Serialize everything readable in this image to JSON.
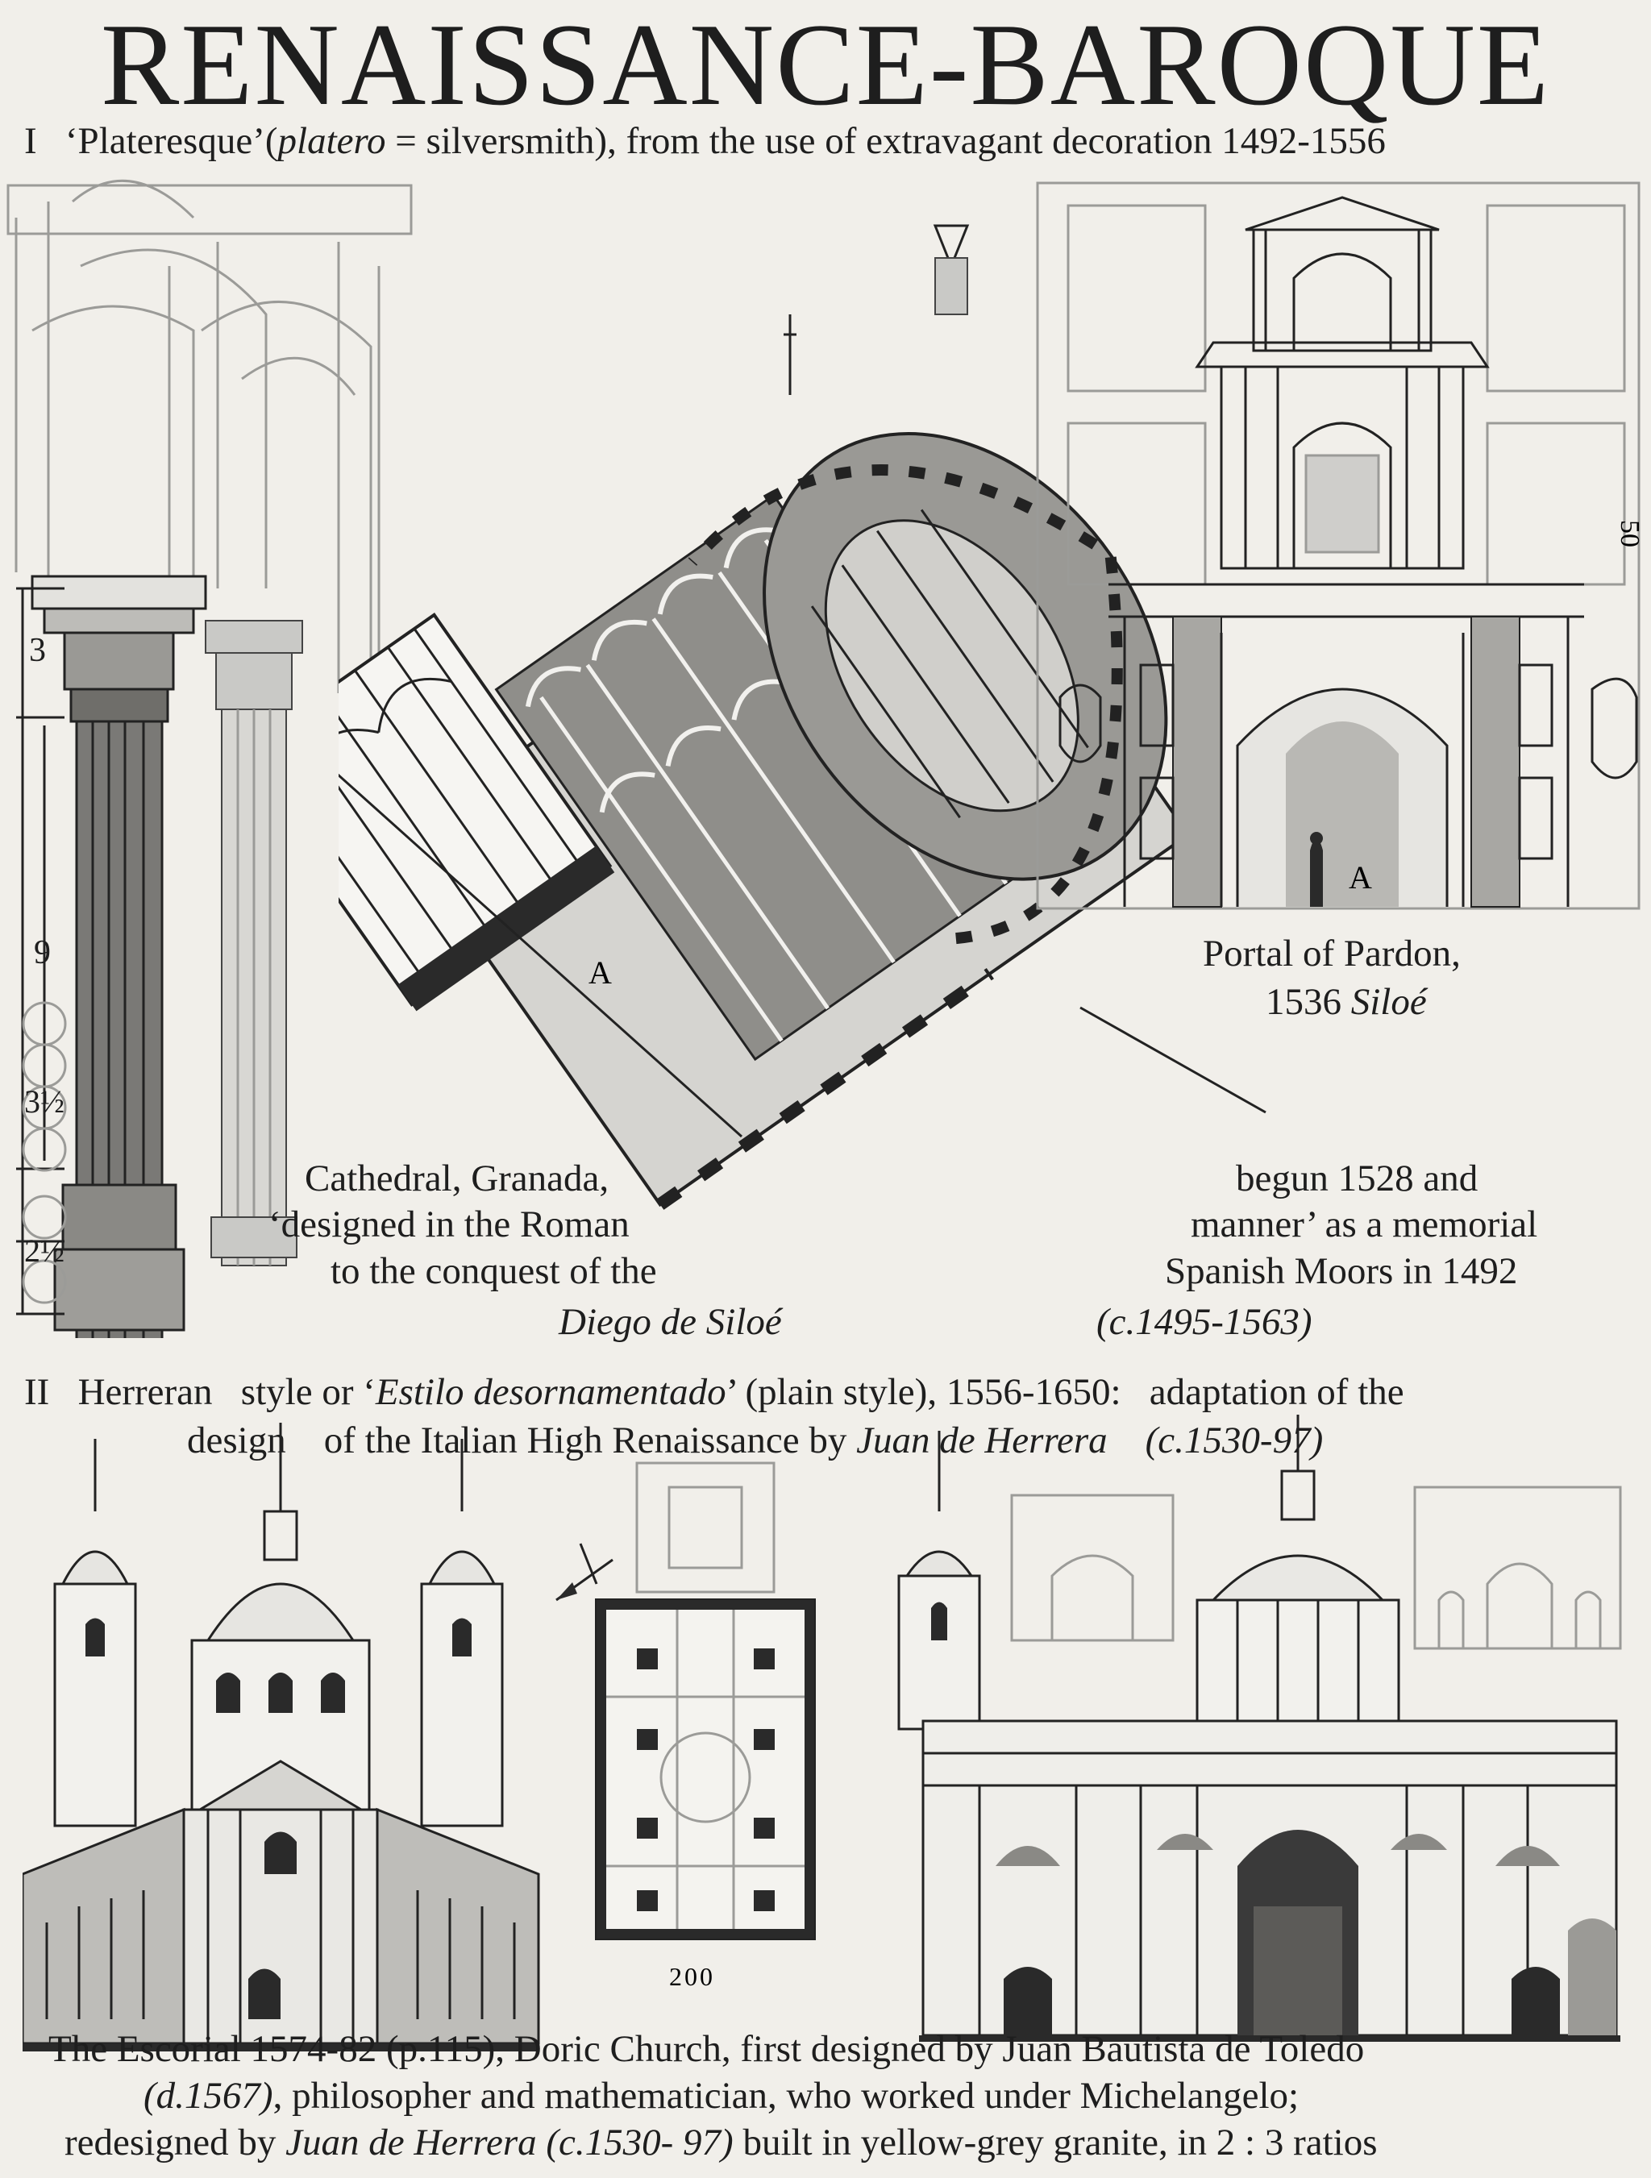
{
  "title": "RENAISSANCE-BAROQUE",
  "section1": {
    "numeral": "I",
    "text_a": "‘Plateresque’(",
    "text_italic": "platero",
    "text_b": " = silversmith), from the use of  extravagant decoration 1492-1556"
  },
  "portal": {
    "line1": "Portal of Pardon,",
    "line2_num": "1536 ",
    "line2_italic": "Siloé",
    "label_a": "A",
    "dim": "50"
  },
  "cathedral": {
    "l1a": "Cathedral, Granada,",
    "l1b": "begun 1528 and",
    "l2a": "‘designed in the Roman",
    "l2b": "manner’ as a memorial",
    "l3a": "to the conquest of the",
    "l3b": "Spanish Moors in 1492",
    "l4a": "Diego de Siloé",
    "l4b": "(c.1495-1563)",
    "label_a": "A",
    "dim": "200"
  },
  "column": {
    "d1": "3",
    "d2": "9",
    "d3": "3½",
    "d4": "2½"
  },
  "section2": {
    "numeral": "II",
    "l1a": "Herreran",
    "l1b": "style or ‘",
    "l1c": "Estilo desornamentado",
    "l1d": "’ (plain style), 1556-1650:",
    "l1e": "adaptation of the",
    "l2a": "design",
    "l2b": "of the Italian High  Renaissance by ",
    "l2c": "Juan de Herrera",
    "l2d": "(c.1530-97)"
  },
  "plan": {
    "dim": "200"
  },
  "escorial": {
    "l1": "The Escorial 1574-82 (p.115), Doric Church, first designed by Juan Bautista de Toledo",
    "l2a": "(d.1567)",
    "l2b": ", philosopher and mathematician, who worked under Michelangelo;",
    "l3a": "redesigned by ",
    "l3b": "Juan de Herrera",
    "l3c": " (c.1530- 97)",
    "l3d": "  built in yellow-grey granite, in 2 : 3 ratios"
  }
}
